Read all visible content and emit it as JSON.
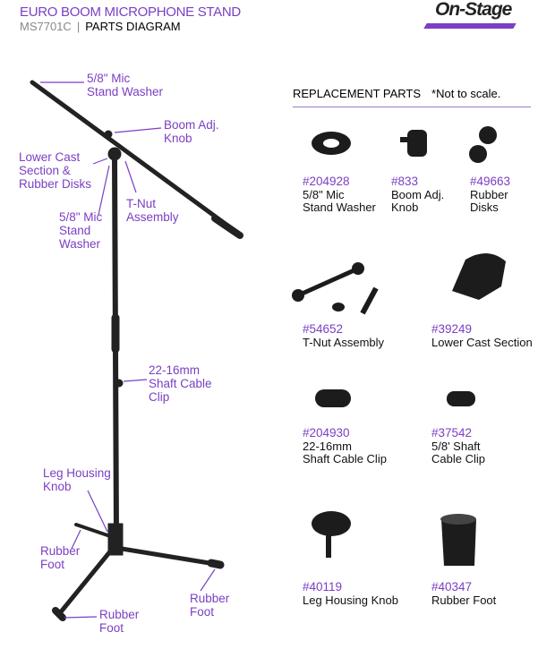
{
  "header": {
    "title": "EURO BOOM MICROPHONE STAND",
    "model": "MS7701C",
    "separator": "|",
    "subtitle": "PARTS DIAGRAM",
    "logo": "On-Stage"
  },
  "callouts": [
    {
      "lines": [
        "5/8\" Mic",
        "Stand Washer"
      ]
    },
    {
      "lines": [
        "Boom Adj.",
        "Knob"
      ]
    },
    {
      "lines": [
        "Lower Cast",
        "Section &",
        "Rubber Disks"
      ]
    },
    {
      "lines": [
        "T-Nut",
        "Assembly"
      ]
    },
    {
      "lines": [
        "5/8\" Mic",
        "Stand",
        "Washer"
      ]
    },
    {
      "lines": [
        "22-16mm",
        "Shaft Cable",
        "Clip"
      ]
    },
    {
      "lines": [
        "Leg Housing",
        "Knob"
      ]
    },
    {
      "lines": [
        "Rubber",
        "Foot"
      ]
    },
    {
      "lines": [
        "Rubber",
        "Foot"
      ]
    },
    {
      "lines": [
        "Rubber",
        "Foot"
      ]
    }
  ],
  "replacement": {
    "heading": "REPLACEMENT PARTS",
    "note": "*Not to scale.",
    "parts": [
      {
        "num": "#204928",
        "lines": [
          "5/8\" Mic",
          "Stand Washer"
        ]
      },
      {
        "num": "#833",
        "lines": [
          "Boom Adj.",
          "Knob"
        ]
      },
      {
        "num": "#49663",
        "lines": [
          "Rubber Disks"
        ]
      },
      {
        "num": "#54652",
        "lines": [
          "T-Nut Assembly"
        ]
      },
      {
        "num": "#39249",
        "lines": [
          "Lower Cast Section"
        ]
      },
      {
        "num": "#204930",
        "lines": [
          "22-16mm",
          "Shaft Cable Clip"
        ]
      },
      {
        "num": "#37542",
        "lines": [
          "5/8' Shaft",
          "Cable Clip"
        ]
      },
      {
        "num": "#40119",
        "lines": [
          "Leg Housing Knob"
        ]
      },
      {
        "num": "#40347",
        "lines": [
          "Rubber Foot"
        ]
      }
    ]
  },
  "colors": {
    "accent": "#7b3fc4"
  }
}
